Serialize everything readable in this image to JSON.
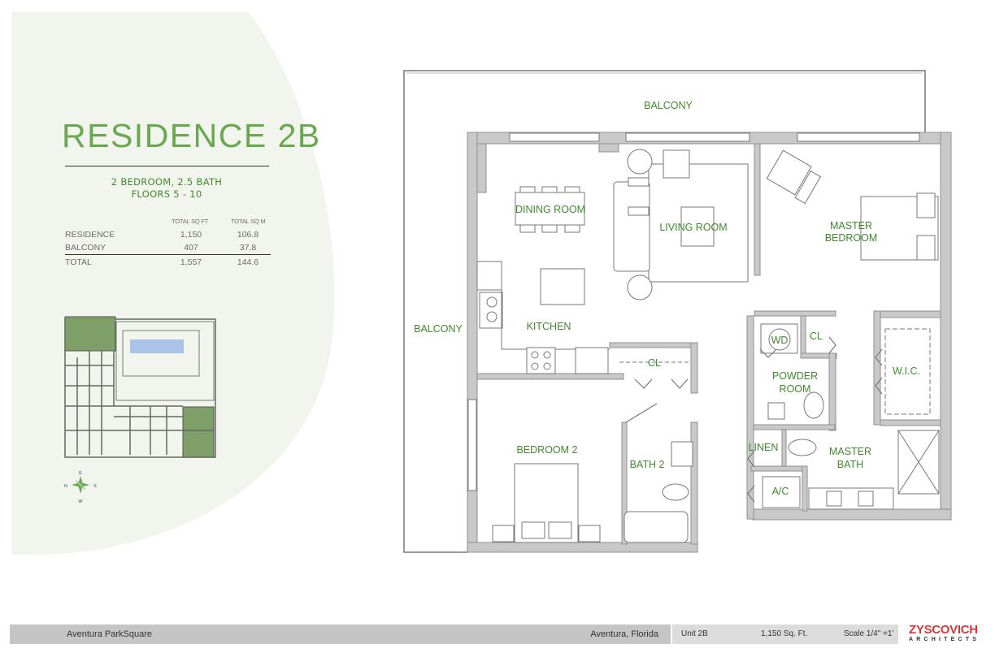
{
  "residence": {
    "title": "RESIDENCE 2B",
    "subtitle_line1": "2 BEDROOM, 2.5 BATH",
    "subtitle_line2": "FLOORS 5 - 10"
  },
  "area_table": {
    "headers": [
      "TOTAL SQ FT",
      "TOTAL SQ M"
    ],
    "rows": [
      {
        "label": "RESIDENCE",
        "sqft": "1,150",
        "sqm": "106.8"
      },
      {
        "label": "BALCONY",
        "sqft": "407",
        "sqm": "37.8"
      }
    ],
    "total": {
      "label": "TOTAL",
      "sqft": "1,557",
      "sqm": "144.6"
    }
  },
  "compass": {
    "top": "E",
    "left": "N",
    "right": "S",
    "bottom": "W"
  },
  "floor_plan": {
    "rooms": {
      "balcony_top": "BALCONY",
      "balcony_left": "BALCONY",
      "dining": "DINING ROOM",
      "living": "LIVING ROOM",
      "master_bedroom_1": "MASTER",
      "master_bedroom_2": "BEDROOM",
      "kitchen": "KITCHEN",
      "closet_hall": "CL",
      "washer_dryer": "WD",
      "closet_master": "CL",
      "powder_1": "POWDER",
      "powder_2": "ROOM",
      "wic": "W.I.C.",
      "bedroom2": "BEDROOM 2",
      "bath2": "BATH 2",
      "linen": "LINEN",
      "master_bath_1": "MASTER",
      "master_bath_2": "BATH",
      "ac": "A/C"
    }
  },
  "footer": {
    "project": "Aventura ParkSquare",
    "location": "Aventura, Florida",
    "unit": "Unit 2B",
    "area": "1,150 Sq. Ft.",
    "scale": "Scale 1/4\" =1'",
    "logo_line1": "ZYSCOVICH",
    "logo_line2": "ARCHITECTS"
  },
  "colors": {
    "accent_green": "#3f8a2c",
    "title_green": "#6aa84f",
    "panel_bg": "#f2f5ee",
    "unit_highlight": "#7e9f68",
    "pool": "#a9c4e6",
    "logo_red": "#d23a3a"
  }
}
